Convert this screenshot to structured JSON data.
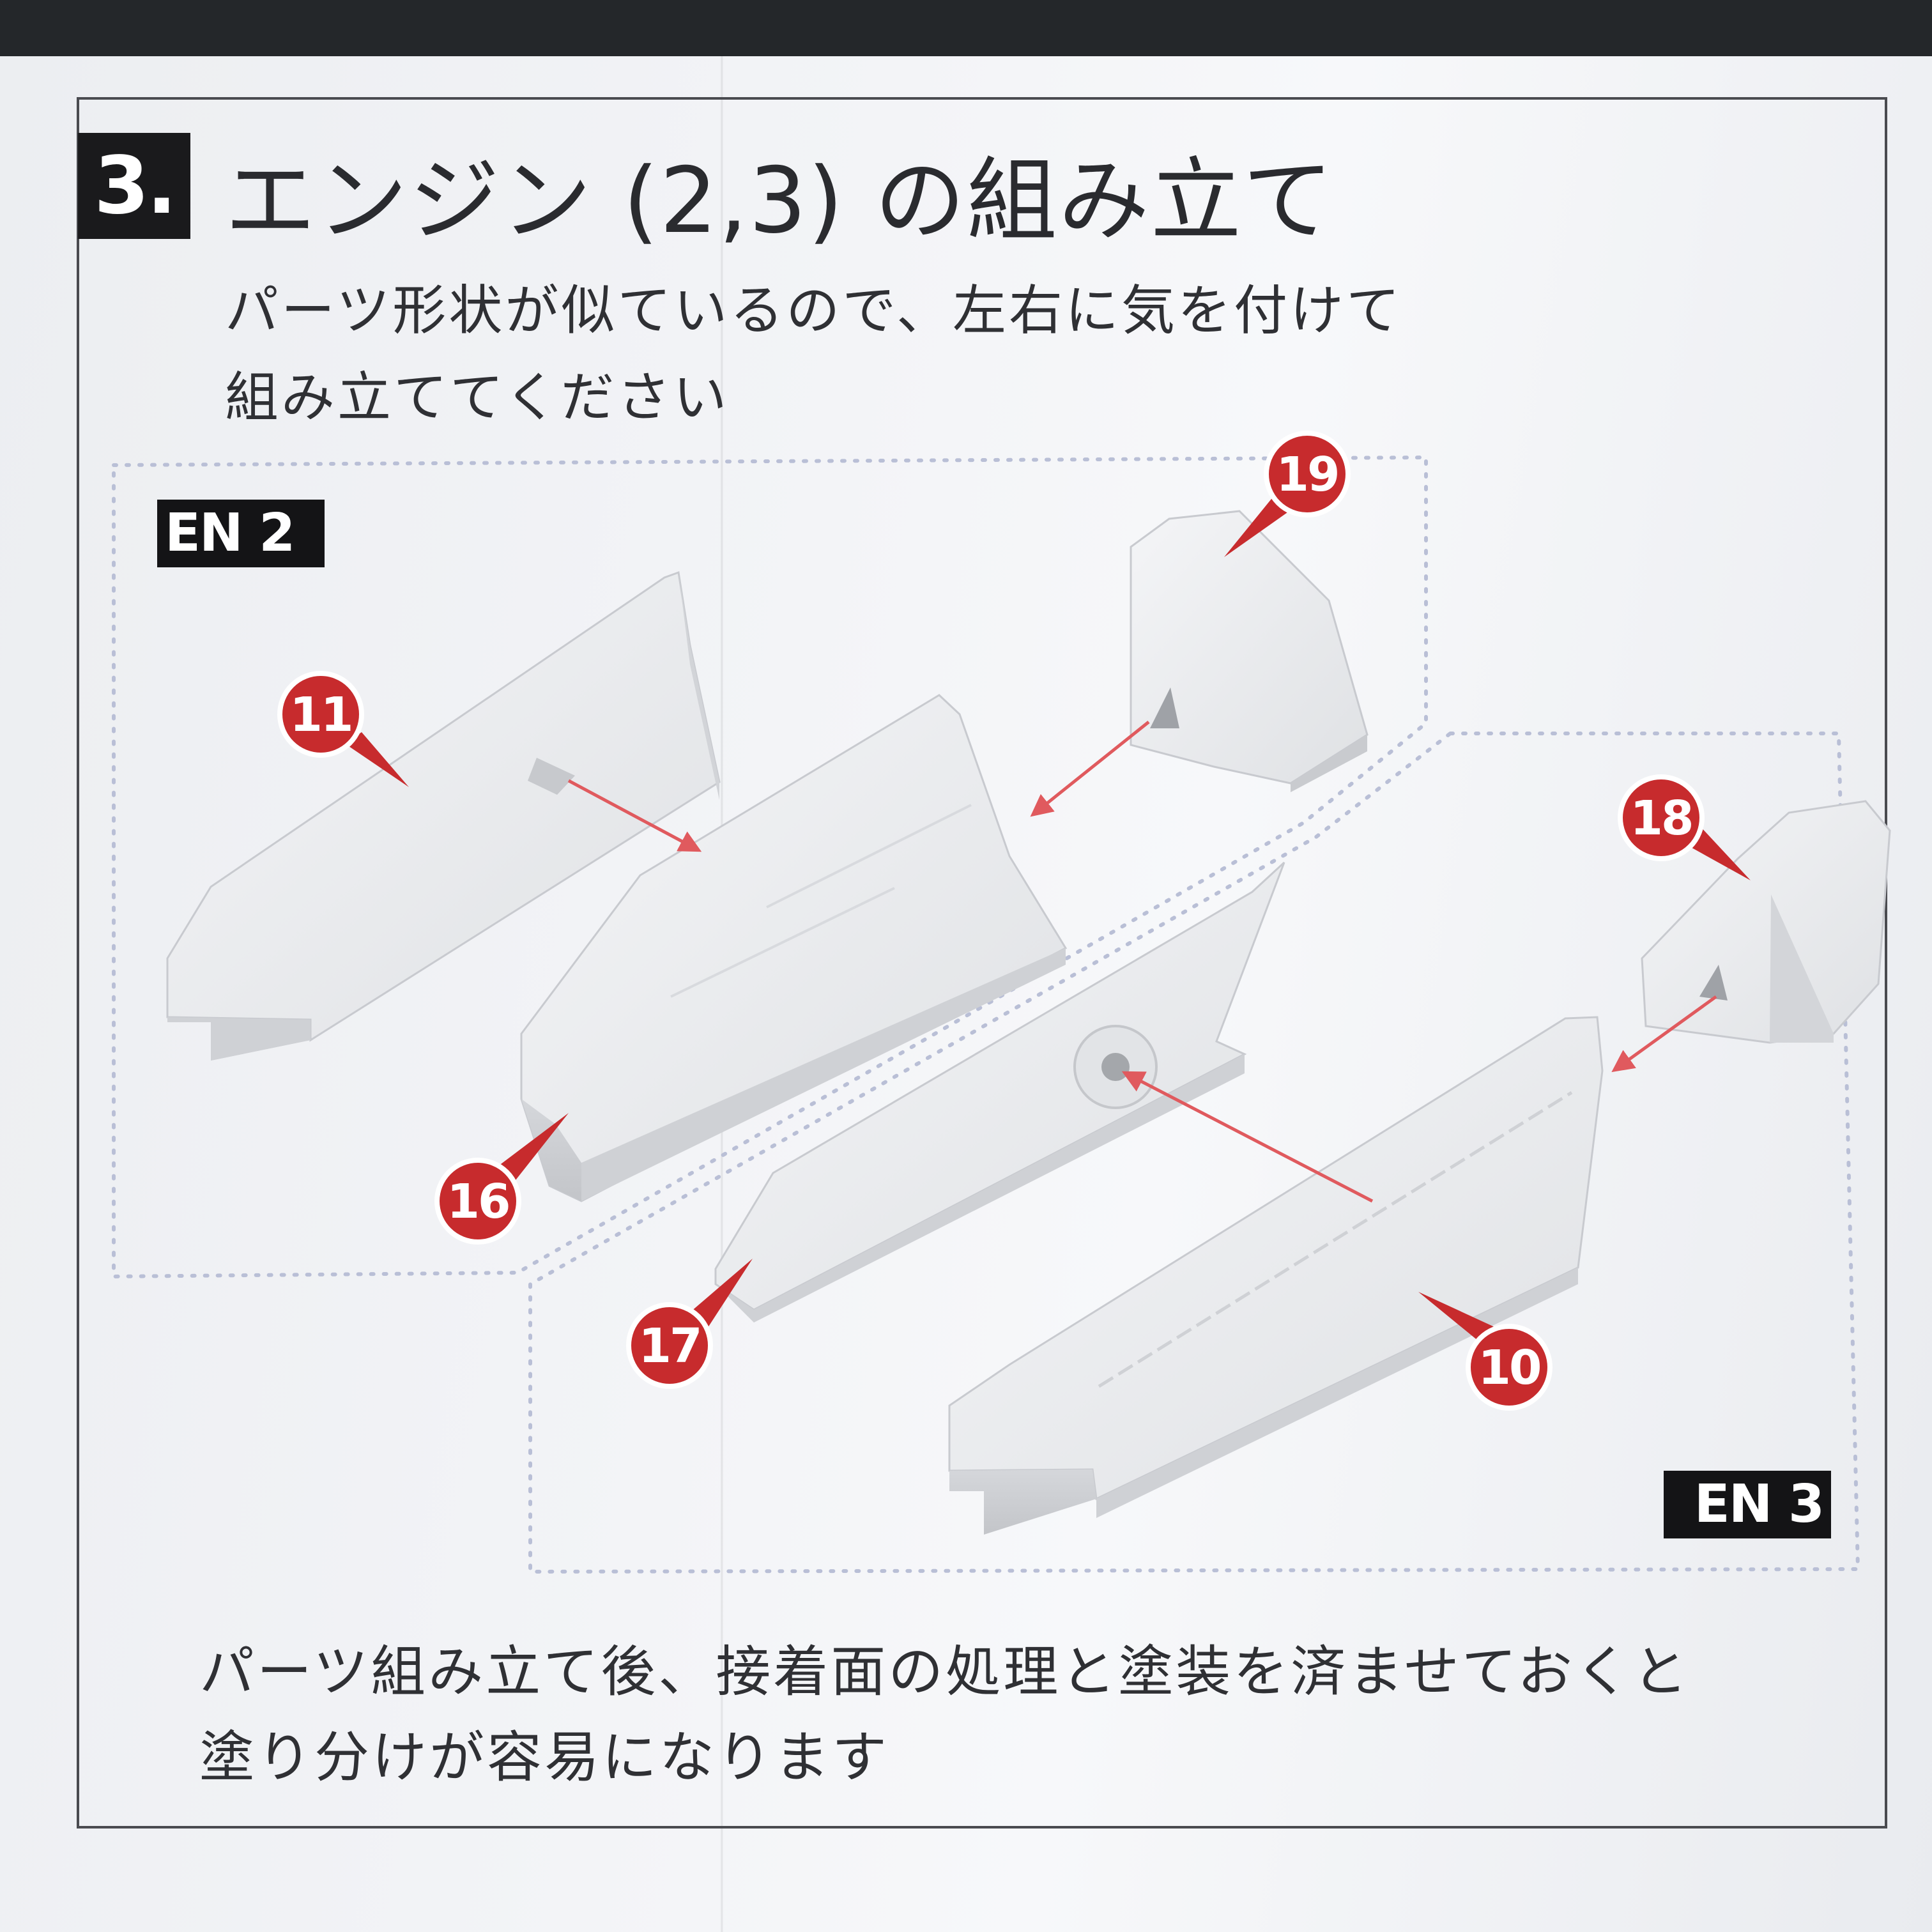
{
  "step": {
    "number": "3.",
    "title": "エンジン (2,3) の組み立て"
  },
  "notes": {
    "top": [
      "パーツ形状が似ているので、左右に気を付けて",
      "組み立ててください"
    ],
    "bottom": [
      "パーツ組み立て後、接着面の処理と塗装を済ませておくと",
      "塗り分けが容易になります"
    ]
  },
  "groups": {
    "en2": "EN 2",
    "en3": "EN 3"
  },
  "parts": [
    "11",
    "16",
    "19",
    "17",
    "10",
    "18"
  ],
  "colors": {
    "callout": "#c72b2d",
    "arrow": "#e05a5e",
    "dotted_outline": "#b9bfd6",
    "part_light": "#f1f2f4",
    "part_shadow": "#c9cbcf"
  }
}
